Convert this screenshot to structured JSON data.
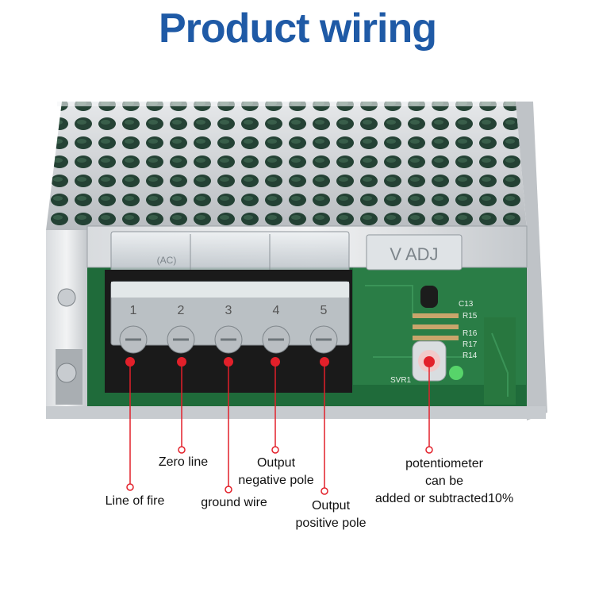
{
  "title": "Product wiring",
  "device": {
    "terminal_numbers": [
      "1",
      "2",
      "3",
      "4",
      "5"
    ],
    "cover_text": "V ADJ",
    "ac_text": "(AC)",
    "pcb_marks": [
      "C13",
      "R15",
      "R16",
      "R17",
      "R14",
      "SVR1"
    ]
  },
  "labels": {
    "line_of_fire": "Line of fire",
    "zero_line": "Zero line",
    "ground_wire": "ground wire",
    "output_negative": [
      "Output",
      "negative pole"
    ],
    "output_positive": [
      "Output",
      "positive pole"
    ],
    "potentiometer": [
      "potentiometer",
      "can be",
      "added or subtracted10%"
    ]
  },
  "colors": {
    "title": "#1f5aa6",
    "pointer": "#e2202a",
    "pcb": "#1f6b3a",
    "case": "#c9cdd1"
  }
}
